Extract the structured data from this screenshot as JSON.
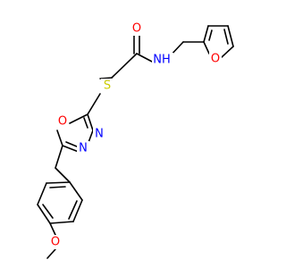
{
  "molecule": {
    "atoms": {
      "O_carbonyl": {
        "label": "O",
        "color": "#ff0000"
      },
      "N_amide": {
        "label": "NH",
        "color": "#0000ff"
      },
      "O_furan": {
        "label": "O",
        "color": "#ff0000"
      },
      "S_thioether": {
        "label": "S",
        "color": "#cccc00"
      },
      "O_oxadiazole": {
        "label": "O",
        "color": "#ff0000"
      },
      "N_ring_1": {
        "label": "N",
        "color": "#0000ff"
      },
      "N_ring_2": {
        "label": "N",
        "color": "#0000ff"
      },
      "O_methoxy": {
        "label": "O",
        "color": "#ff0000"
      }
    },
    "bond_color": "#000000"
  }
}
